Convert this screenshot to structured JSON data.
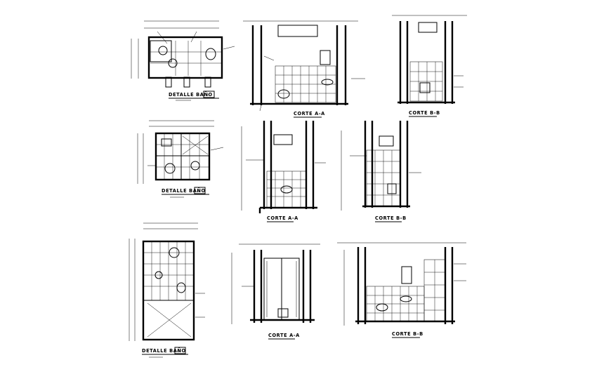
{
  "drawing": {
    "plan_titles": [
      "DETALLE BAÑO",
      "DETALLE BAÑO",
      "DETALLE BAÑO"
    ],
    "plan_badges": [
      "SS1",
      "SS2",
      "SS3"
    ],
    "section_titles": [
      "CORTE A-A",
      "CORTE B-B",
      "CORTE A-A",
      "CORTE B-B",
      "CORTE A-A",
      "CORTE B-B"
    ]
  },
  "colors": {
    "ink": "#000000",
    "paper": "#ffffff"
  }
}
